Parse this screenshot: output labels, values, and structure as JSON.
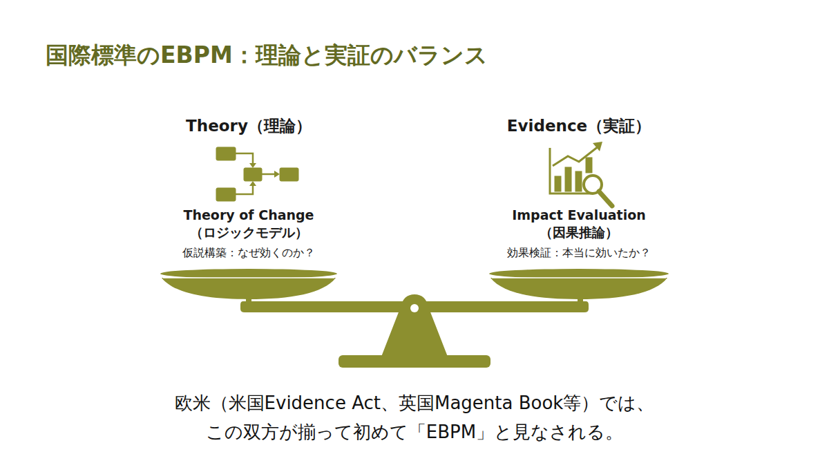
{
  "diagram": {
    "title": "国際標準のEBPM：理論と実証のバランス",
    "caption": "欧米（米国Evidence Act、英国Magenta Book等）では、 この双方が揃って初めて「EBPM」と見なされる。",
    "nodes": [
      {
        "text": [
          "Theory（理論）",
          "Theory of Change （ロジックモデル）",
          "仮説構築：なぜ効くのか？"
        ]
      },
      {
        "text": [
          "Evidence（実証）",
          "Impact Evaluation （因果推論）",
          "効果検証：本当に効いたか？"
        ]
      }
    ]
  }
}
